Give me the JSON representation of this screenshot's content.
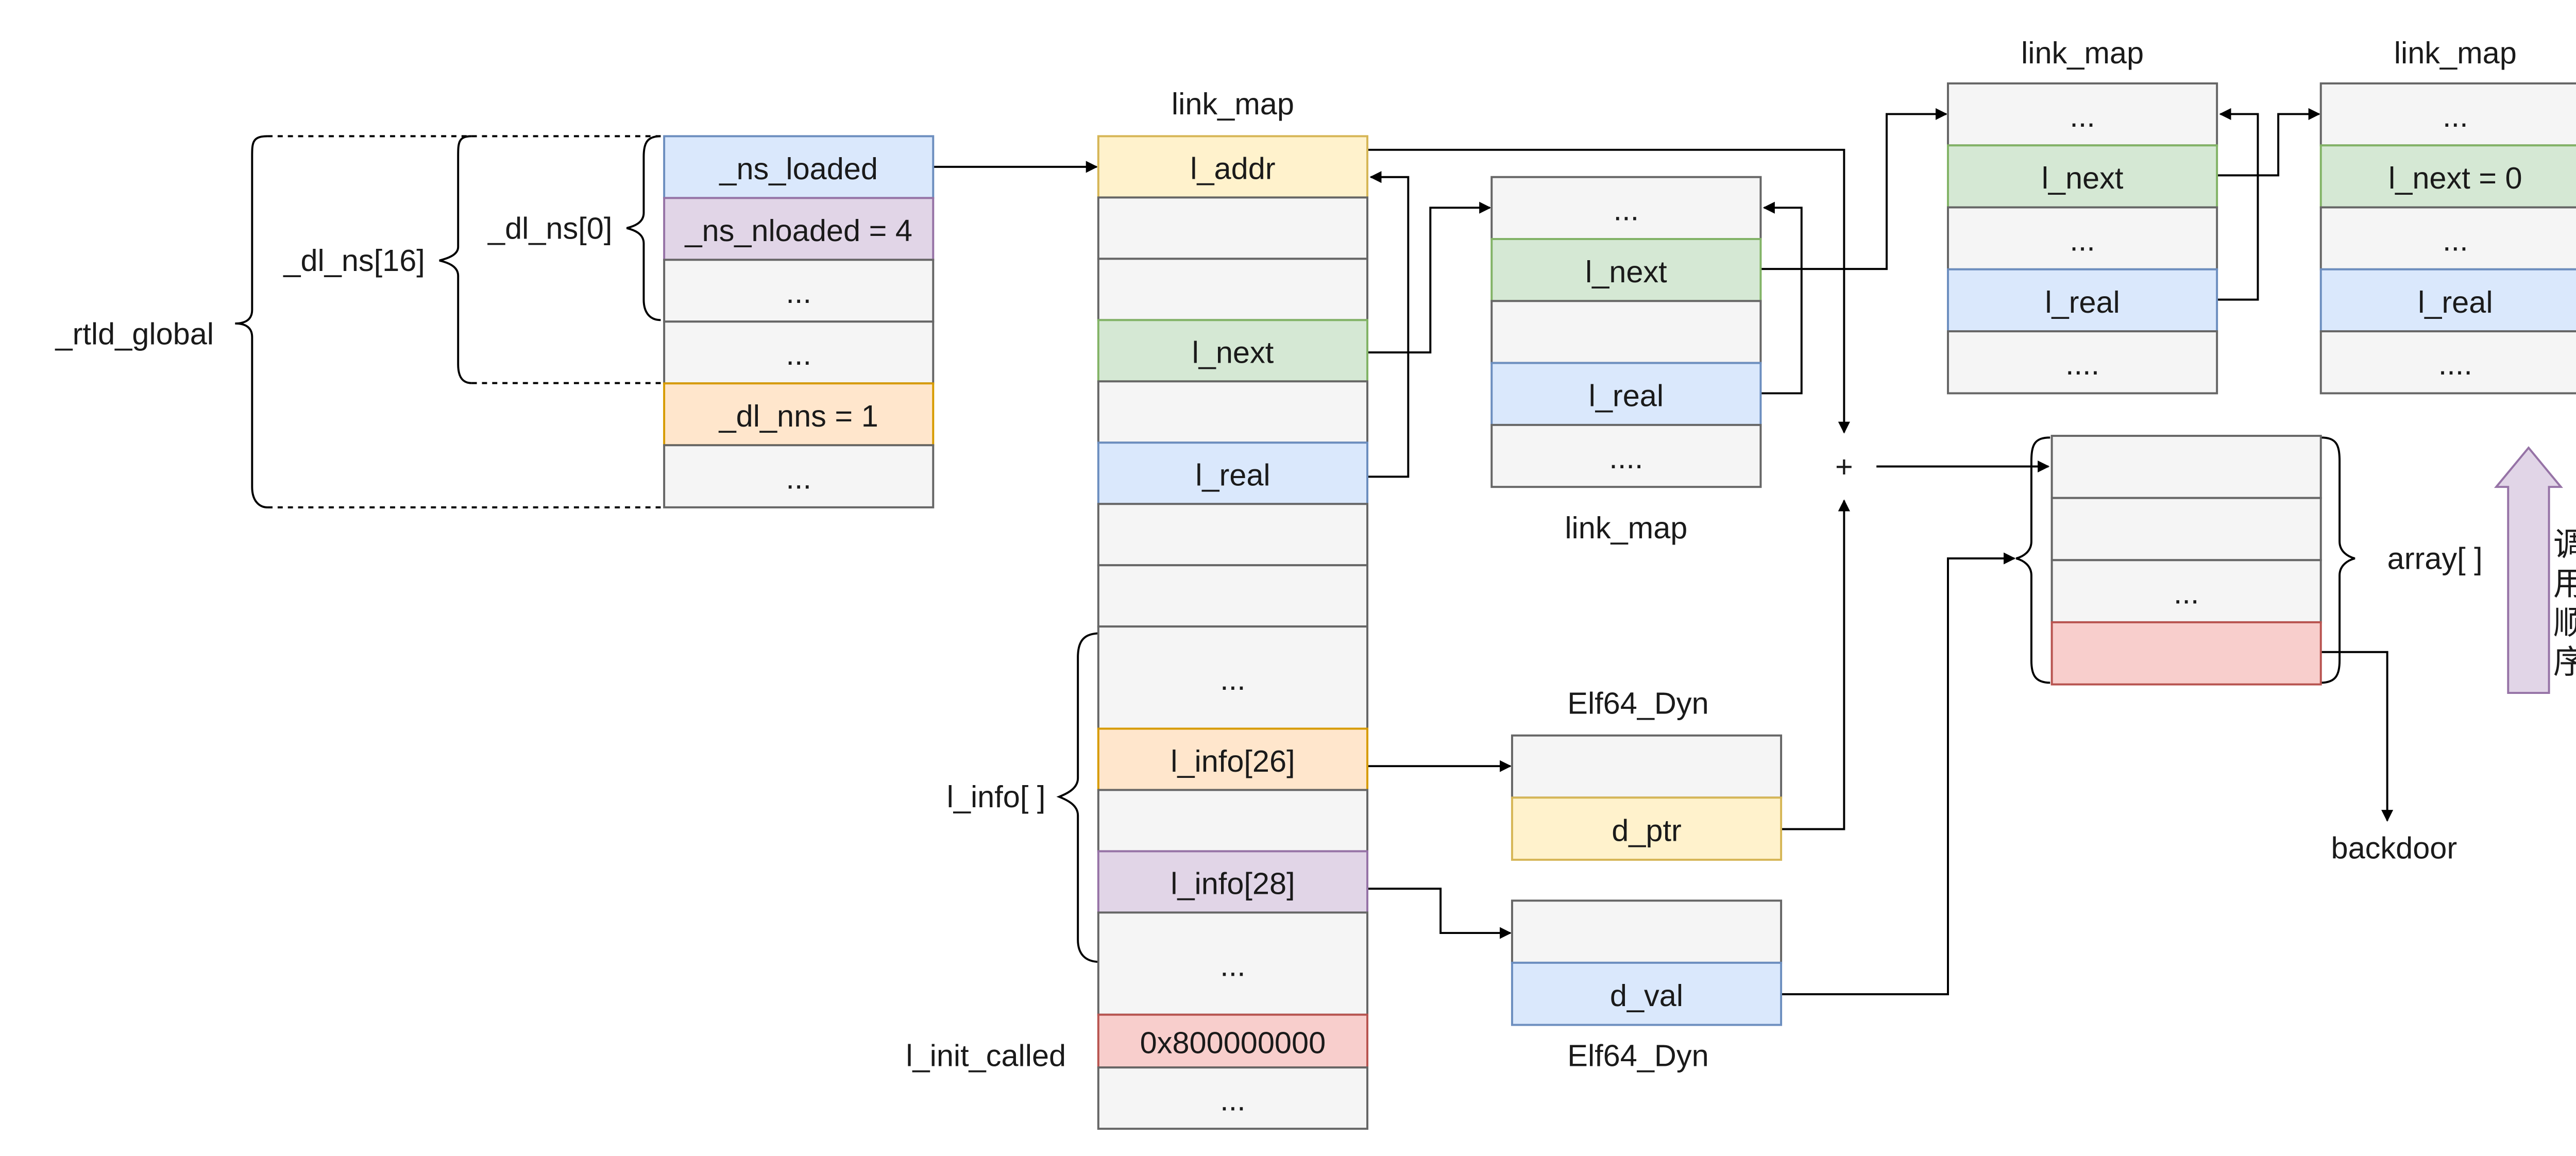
{
  "colors": {
    "gray": [
      "#f5f5f5",
      "#666666"
    ],
    "blue": [
      "#dae8fc",
      "#6c8ebf"
    ],
    "purple": [
      "#e1d5e7",
      "#9673a6"
    ],
    "orange": [
      "#ffe6cc",
      "#d79b00"
    ],
    "yellow": [
      "#fff2cc",
      "#d6b656"
    ],
    "green": [
      "#d5e8d4",
      "#82b366"
    ],
    "red": [
      "#f8cecc",
      "#b85450"
    ],
    "order_arrow": [
      "#e1d5e7",
      "#9673a6"
    ]
  },
  "labels": {
    "rtld_global": "_rtld_global",
    "dl_ns16": "_dl_ns[16]",
    "dl_ns0": "_dl_ns[0]",
    "l_info": "l_info[ ]",
    "l_init_called": "l_init_called",
    "link_map_main": "link_map",
    "link_map_2": "link_map",
    "link_map_3": "link_map",
    "link_map_4": "link_map",
    "elf64_dyn_1": "Elf64_Dyn",
    "elf64_dyn_2": "Elf64_Dyn",
    "array": "array[ ]",
    "backdoor": "backdoor",
    "plus": "+",
    "call_order": "调用顺序"
  },
  "rtld": {
    "cells": [
      "_ns_loaded",
      "_ns_nloaded = 4",
      "...",
      "...",
      "_dl_nns = 1",
      "..."
    ],
    "colors": [
      "blue",
      "purple",
      "gray",
      "gray",
      "orange",
      "gray"
    ]
  },
  "link_map_main": {
    "cells": [
      "l_addr",
      "",
      "",
      "l_next",
      "",
      "l_real",
      "",
      "",
      "...",
      "l_info[26]",
      "",
      "l_info[28]",
      "...",
      "0x800000000",
      "..."
    ],
    "colors": [
      "yellow",
      "gray",
      "gray",
      "green",
      "gray",
      "blue",
      "gray",
      "gray",
      "gray",
      "orange",
      "gray",
      "purple",
      "gray",
      "red",
      "gray"
    ]
  },
  "link_map_2": {
    "cells": [
      "...",
      "l_next",
      "",
      "l_real",
      "...."
    ],
    "colors": [
      "gray",
      "green",
      "gray",
      "blue",
      "gray"
    ]
  },
  "link_map_3": {
    "cells": [
      "...",
      "l_next",
      "...",
      "l_real",
      "...."
    ],
    "colors": [
      "gray",
      "green",
      "gray",
      "blue",
      "gray"
    ]
  },
  "link_map_4": {
    "cells": [
      "...",
      "l_next = 0",
      "...",
      "l_real",
      "...."
    ],
    "colors": [
      "gray",
      "green",
      "gray",
      "blue",
      "gray"
    ]
  },
  "elf64_dyn_1": {
    "cells": [
      "",
      "d_ptr"
    ],
    "colors": [
      "gray",
      "yellow"
    ]
  },
  "elf64_dyn_2": {
    "cells": [
      "",
      "d_val"
    ],
    "colors": [
      "gray",
      "blue"
    ]
  },
  "array": {
    "cells": [
      "",
      "",
      "...",
      ""
    ],
    "colors": [
      "gray",
      "gray",
      "gray",
      "red"
    ]
  }
}
